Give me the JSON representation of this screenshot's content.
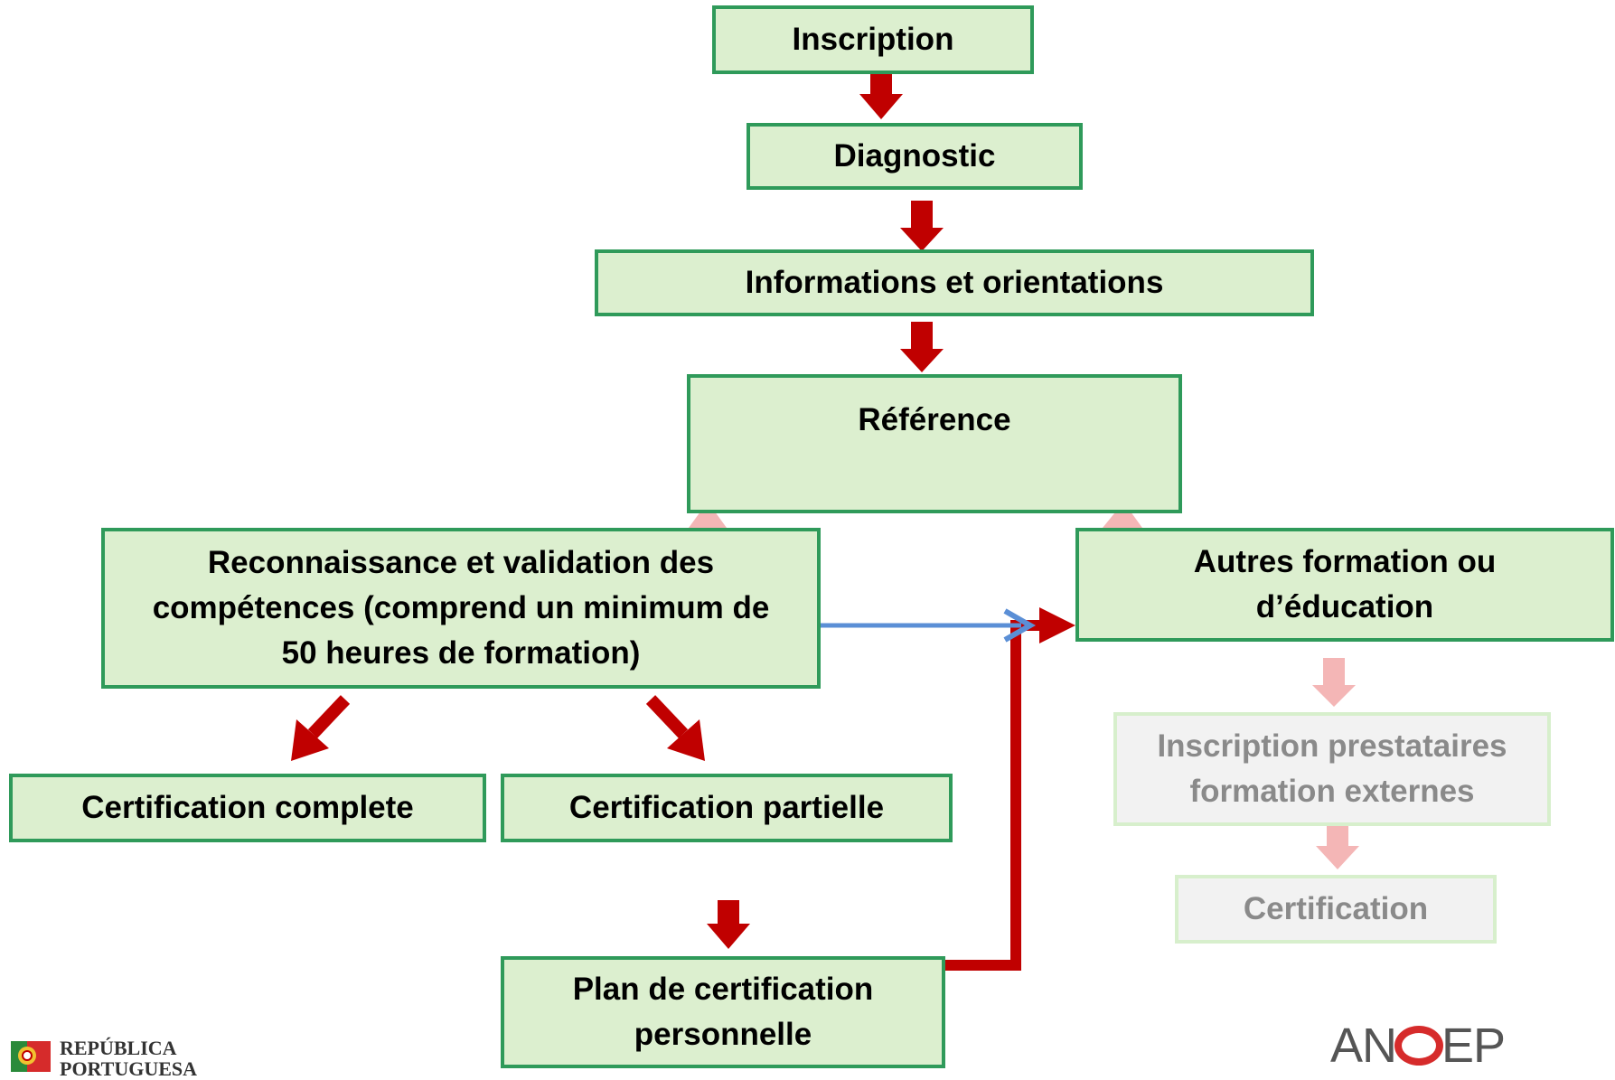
{
  "colors": {
    "box_fill": "#dcefcf",
    "box_border": "#2f9a5a",
    "arrow_red": "#c00000",
    "arrow_faded": "#f4b6b6",
    "arrow_blue": "#5b8fd6",
    "faded_text": "#8a8a8a"
  },
  "boxes": {
    "inscription": "Inscription",
    "diagnostic": "Diagnostic",
    "informations": "Informations et orientations",
    "reference": "Référence",
    "reconnaissance": [
      "Reconnaissance et validation des",
      "compétences (comprend un minimum de",
      "50 heures de formation)"
    ],
    "autres": [
      "Autres formation ou",
      "d’éducation"
    ],
    "certification_complete": "Certification complete",
    "certification_partielle": "Certification partielle",
    "plan": [
      "Plan de certification",
      "personnelle"
    ],
    "inscription_prestataires": [
      "Inscription prestataires",
      "formation externes"
    ],
    "certification": "Certification"
  },
  "logos": {
    "left_line1": "REPÚBLICA",
    "left_line2": "PORTUGUESA",
    "right_prefix": "AN",
    "right_suffix": "EP"
  }
}
